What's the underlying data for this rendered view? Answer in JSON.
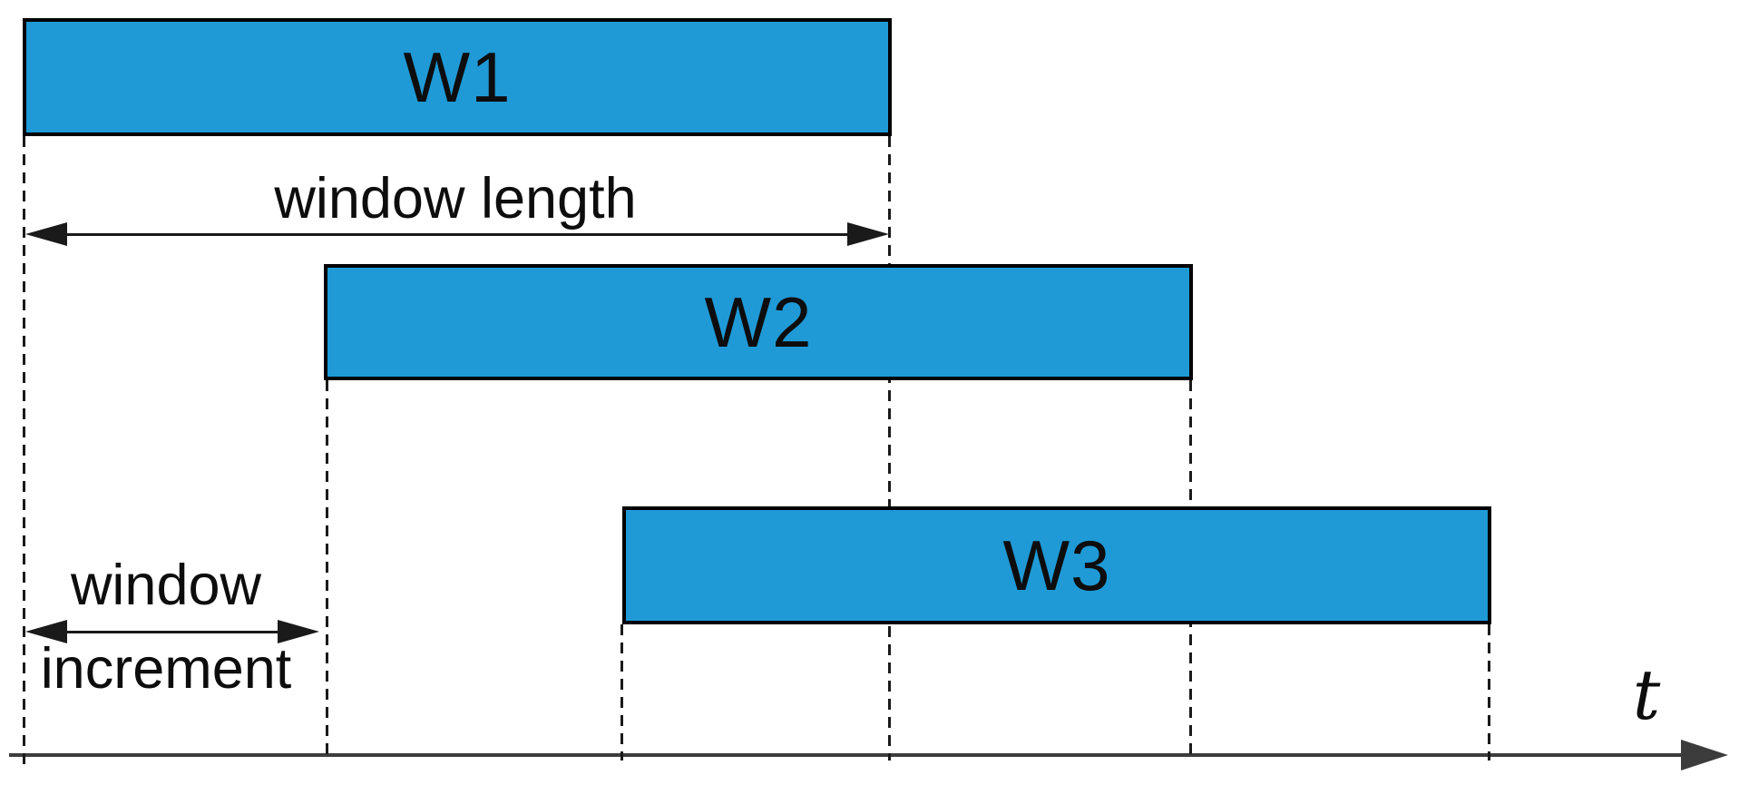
{
  "windows": [
    {
      "label": "W1"
    },
    {
      "label": "W2"
    },
    {
      "label": "W3"
    }
  ],
  "annotations": {
    "window_length": "window length",
    "window_increment_line1": "window",
    "window_increment_line2": "increment",
    "time_axis": "t"
  },
  "colors": {
    "window-fill": "#1f9ad6",
    "window-border": "#000000",
    "guide-color": "#1a1a1a",
    "arrow-color": "#1a1a1a",
    "axis-color": "#3c3c3c",
    "text-color": "#0d0d0d"
  }
}
